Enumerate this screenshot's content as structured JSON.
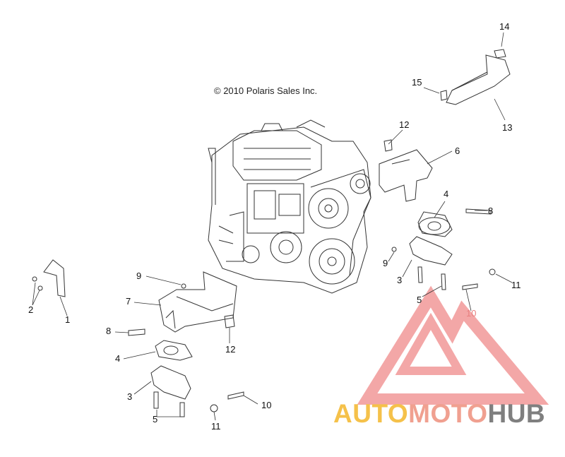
{
  "copyright": "© 2010 Polaris Sales Inc.",
  "callouts": [
    {
      "id": "c14a",
      "text": "14"
    },
    {
      "id": "c15a",
      "text": "15"
    },
    {
      "id": "c13a",
      "text": "13"
    },
    {
      "id": "c12a",
      "text": "12"
    },
    {
      "id": "c6a",
      "text": "6"
    },
    {
      "id": "c4a",
      "text": "4"
    },
    {
      "id": "c8a",
      "text": "8"
    },
    {
      "id": "c9a",
      "text": "9"
    },
    {
      "id": "c3a",
      "text": "3"
    },
    {
      "id": "c11a",
      "text": "11"
    },
    {
      "id": "c5a",
      "text": "5"
    },
    {
      "id": "c10a",
      "text": "10"
    },
    {
      "id": "c2",
      "text": "2"
    },
    {
      "id": "c1",
      "text": "1"
    },
    {
      "id": "c9b",
      "text": "9"
    },
    {
      "id": "c7",
      "text": "7"
    },
    {
      "id": "c8b",
      "text": "8"
    },
    {
      "id": "c12b",
      "text": "12"
    },
    {
      "id": "c4b",
      "text": "4"
    },
    {
      "id": "c3b",
      "text": "3"
    },
    {
      "id": "c10b",
      "text": "10"
    },
    {
      "id": "c5b",
      "text": "5"
    },
    {
      "id": "c11b",
      "text": "11"
    }
  ],
  "watermark": {
    "part1": "AUTO",
    "part2": "MOTO",
    "part3": "HUB"
  },
  "colors": {
    "line": "#333333",
    "watermark_red": "#f08a8a",
    "watermark_yellow": "#f5c14a",
    "watermark_gray": "#7f7f7f"
  }
}
